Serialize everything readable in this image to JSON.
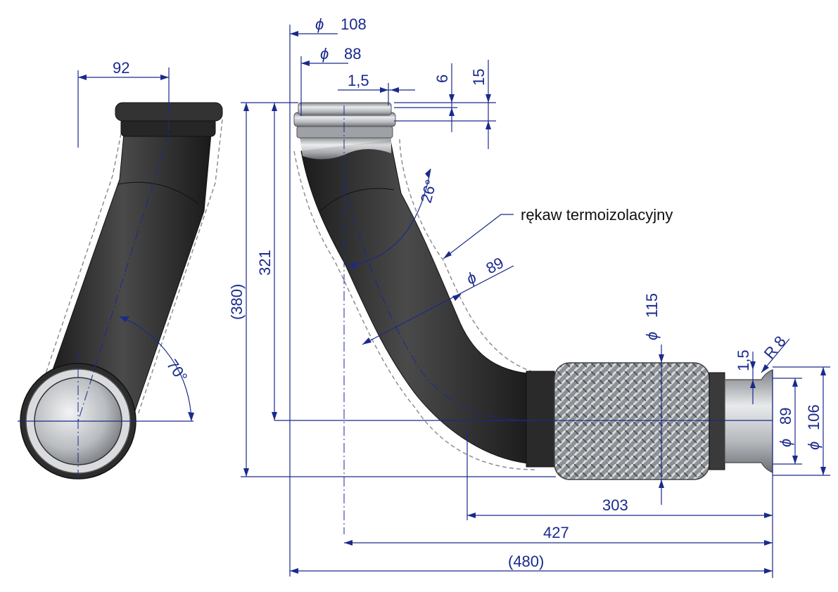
{
  "dimensions": {
    "d108": "108",
    "d88": "88",
    "t1_5_top": "1,5",
    "h6": "6",
    "h15": "15",
    "w92": "92",
    "angle26": "26°",
    "angle70": "70°",
    "d89_pipe": "89",
    "d115": "115",
    "t1_5_end": "1,5",
    "r8": "R 8",
    "d89_end": "89",
    "d106": "106",
    "h380": "(380)",
    "h321": "321",
    "l303": "303",
    "l427": "427",
    "l480": "(480)"
  },
  "phi_symbol": "ϕ",
  "labels": {
    "sleeve": "rękaw termoizolacyjny"
  },
  "colors": {
    "dimension": "#1a2a8c",
    "pipe": "#2b2b2b",
    "metal": "#b9bcc0"
  }
}
